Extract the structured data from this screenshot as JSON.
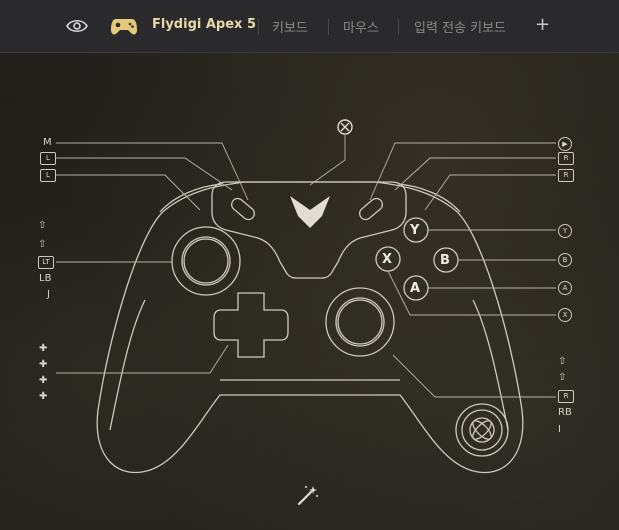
{
  "topbar": {
    "device_name": "Flydigi Apex 5",
    "tabs": [
      {
        "label": "키보드"
      },
      {
        "label": "마우스"
      },
      {
        "label": "입력 전송 키보드"
      }
    ],
    "add_label": "+"
  },
  "left_labels": {
    "m": "M",
    "l1": "L",
    "l2": "L",
    "lt": "LT",
    "j": "J"
  },
  "right_labels": {
    "r1": "R",
    "r2": "R",
    "rt": "R",
    "i": "I"
  },
  "face_buttons": {
    "y": "Y",
    "b": "B",
    "x": "X",
    "a": "A"
  },
  "right_callouts": {
    "y": "Y",
    "b": "B",
    "a": "A",
    "x": "X"
  },
  "colors": {
    "accent": "#e8d9a8",
    "line": "#cfc9bc"
  }
}
